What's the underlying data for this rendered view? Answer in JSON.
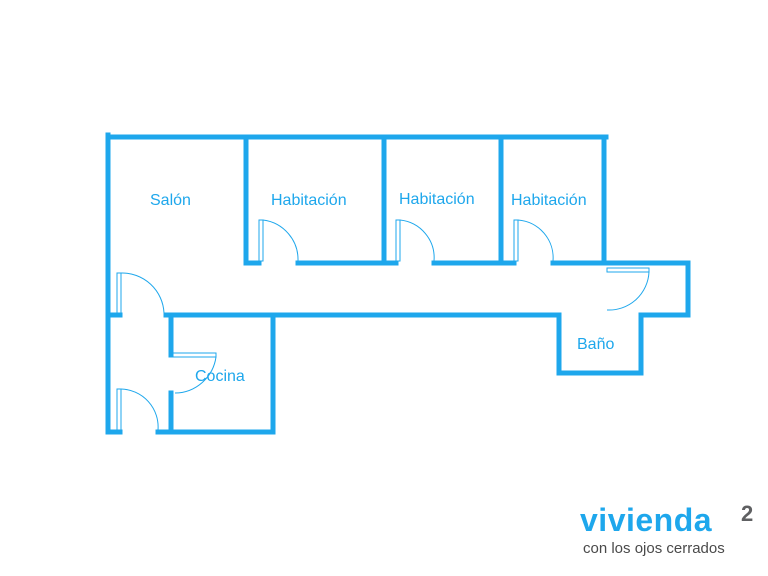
{
  "colors": {
    "wall": "#1ea7ec",
    "label": "#1ea7ec",
    "logo_primary": "#1ea7ec",
    "logo_secondary": "#5f6062",
    "background": "#ffffff"
  },
  "rooms": {
    "salon": "Salón",
    "habitacion_1": "Habitación",
    "habitacion_2": "Habitación",
    "habitacion_3": "Habitación",
    "cocina": "Cocina",
    "bano": "Baño"
  },
  "logo": {
    "name": "vivienda",
    "superscript": "2",
    "tagline": "con los ojos cerrados"
  }
}
